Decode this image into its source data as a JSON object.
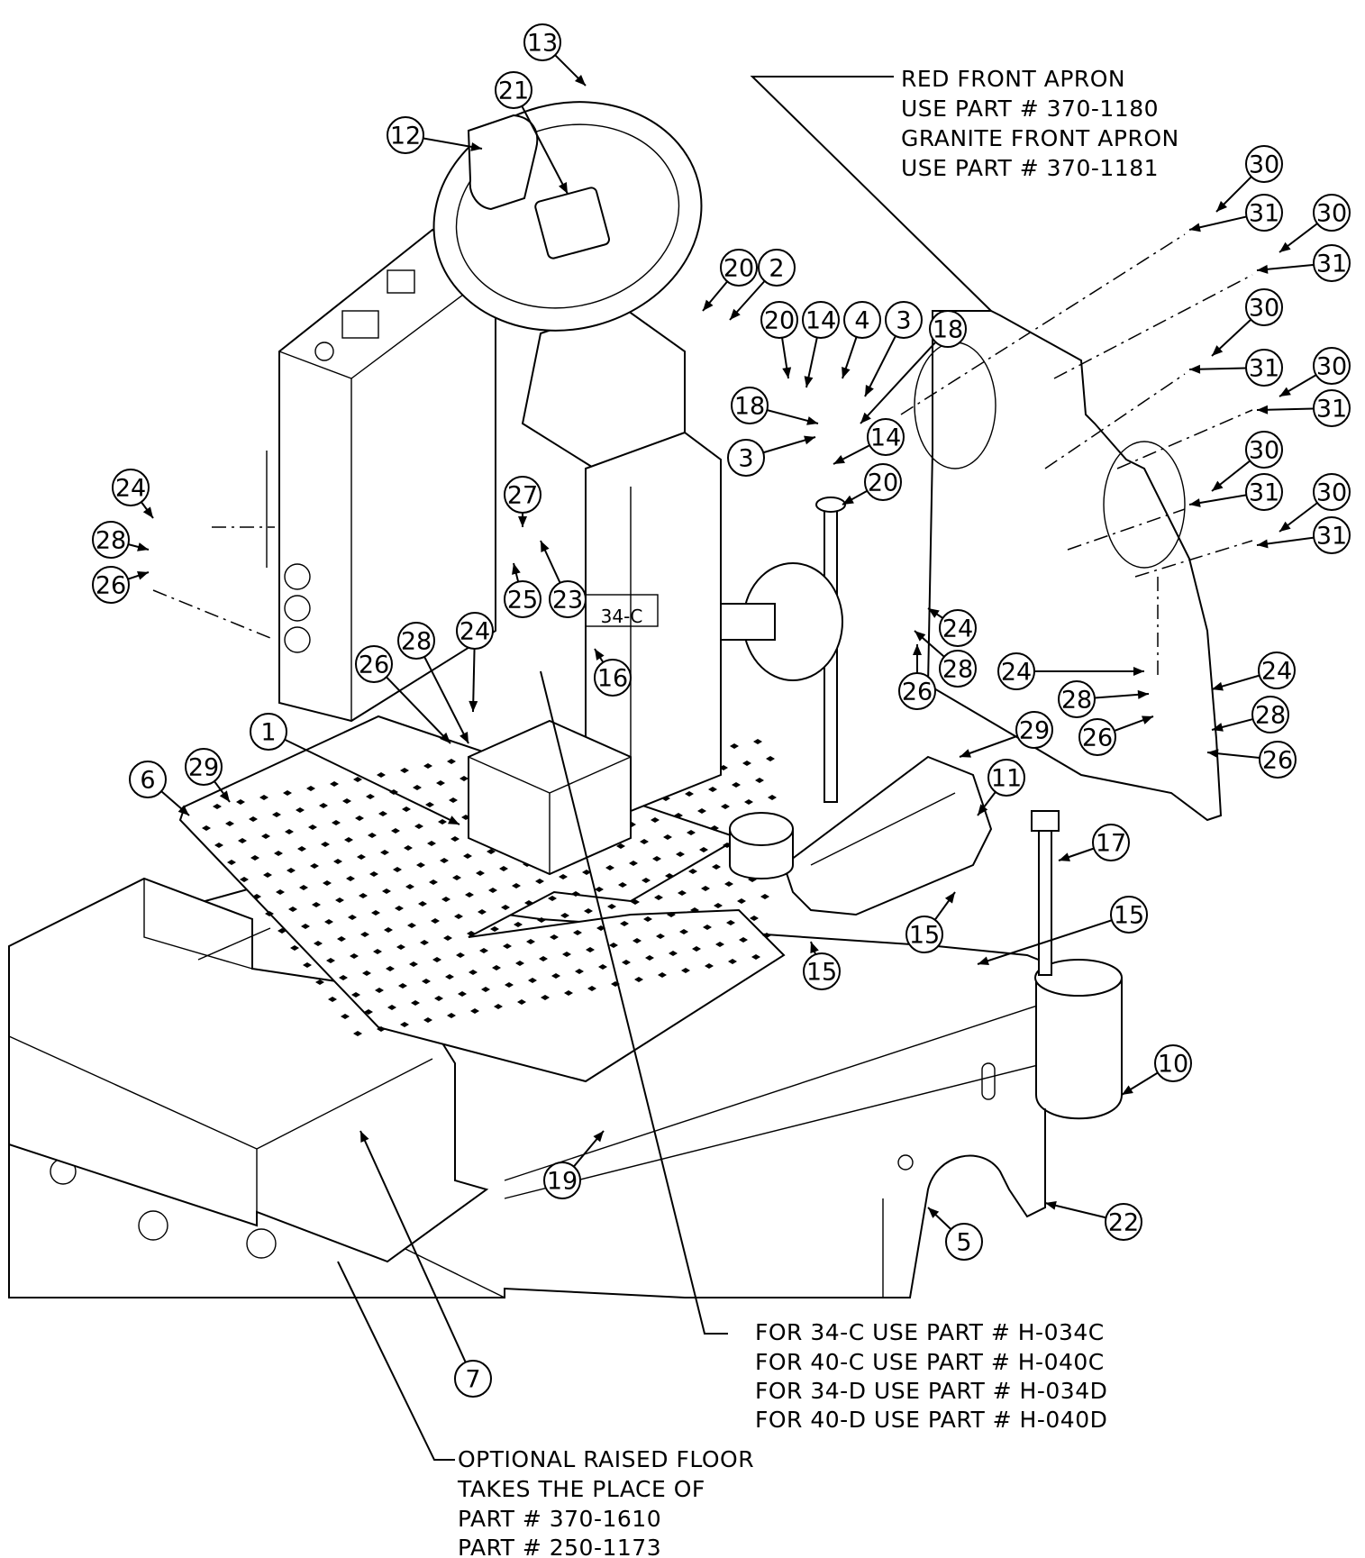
{
  "notes": {
    "apron": [
      "RED FRONT APRON",
      "USE  PART # 370-1180",
      "GRANITE FRONT APRON",
      "USE PART # 370-1181"
    ],
    "models": [
      "FOR 34-C USE PART # H-034C",
      "FOR 40-C USE PART # H-040C",
      "FOR 34-D USE PART # H-034D",
      "FOR 40-D USE PART # H-040D"
    ],
    "floor": [
      "OPTIONAL RAISED FLOOR",
      "TAKES THE PLACE OF",
      "PART # 370-1610",
      "PART # 250-1173"
    ]
  },
  "decal": {
    "model": "34-C"
  },
  "callouts": [
    "13",
    "21",
    "12",
    "20",
    "2",
    "20",
    "14",
    "4",
    "3",
    "18",
    "18",
    "3",
    "14",
    "20",
    "30",
    "31",
    "30",
    "31",
    "30",
    "31",
    "30",
    "31",
    "30",
    "31",
    "30",
    "31",
    "24",
    "28",
    "26",
    "27",
    "25",
    "23",
    "16",
    "28",
    "24",
    "26",
    "24",
    "28",
    "26",
    "24",
    "28",
    "26",
    "24",
    "28",
    "26",
    "1",
    "29",
    "6",
    "29",
    "11",
    "17",
    "15",
    "15",
    "15",
    "10",
    "19",
    "22",
    "5",
    "7"
  ]
}
